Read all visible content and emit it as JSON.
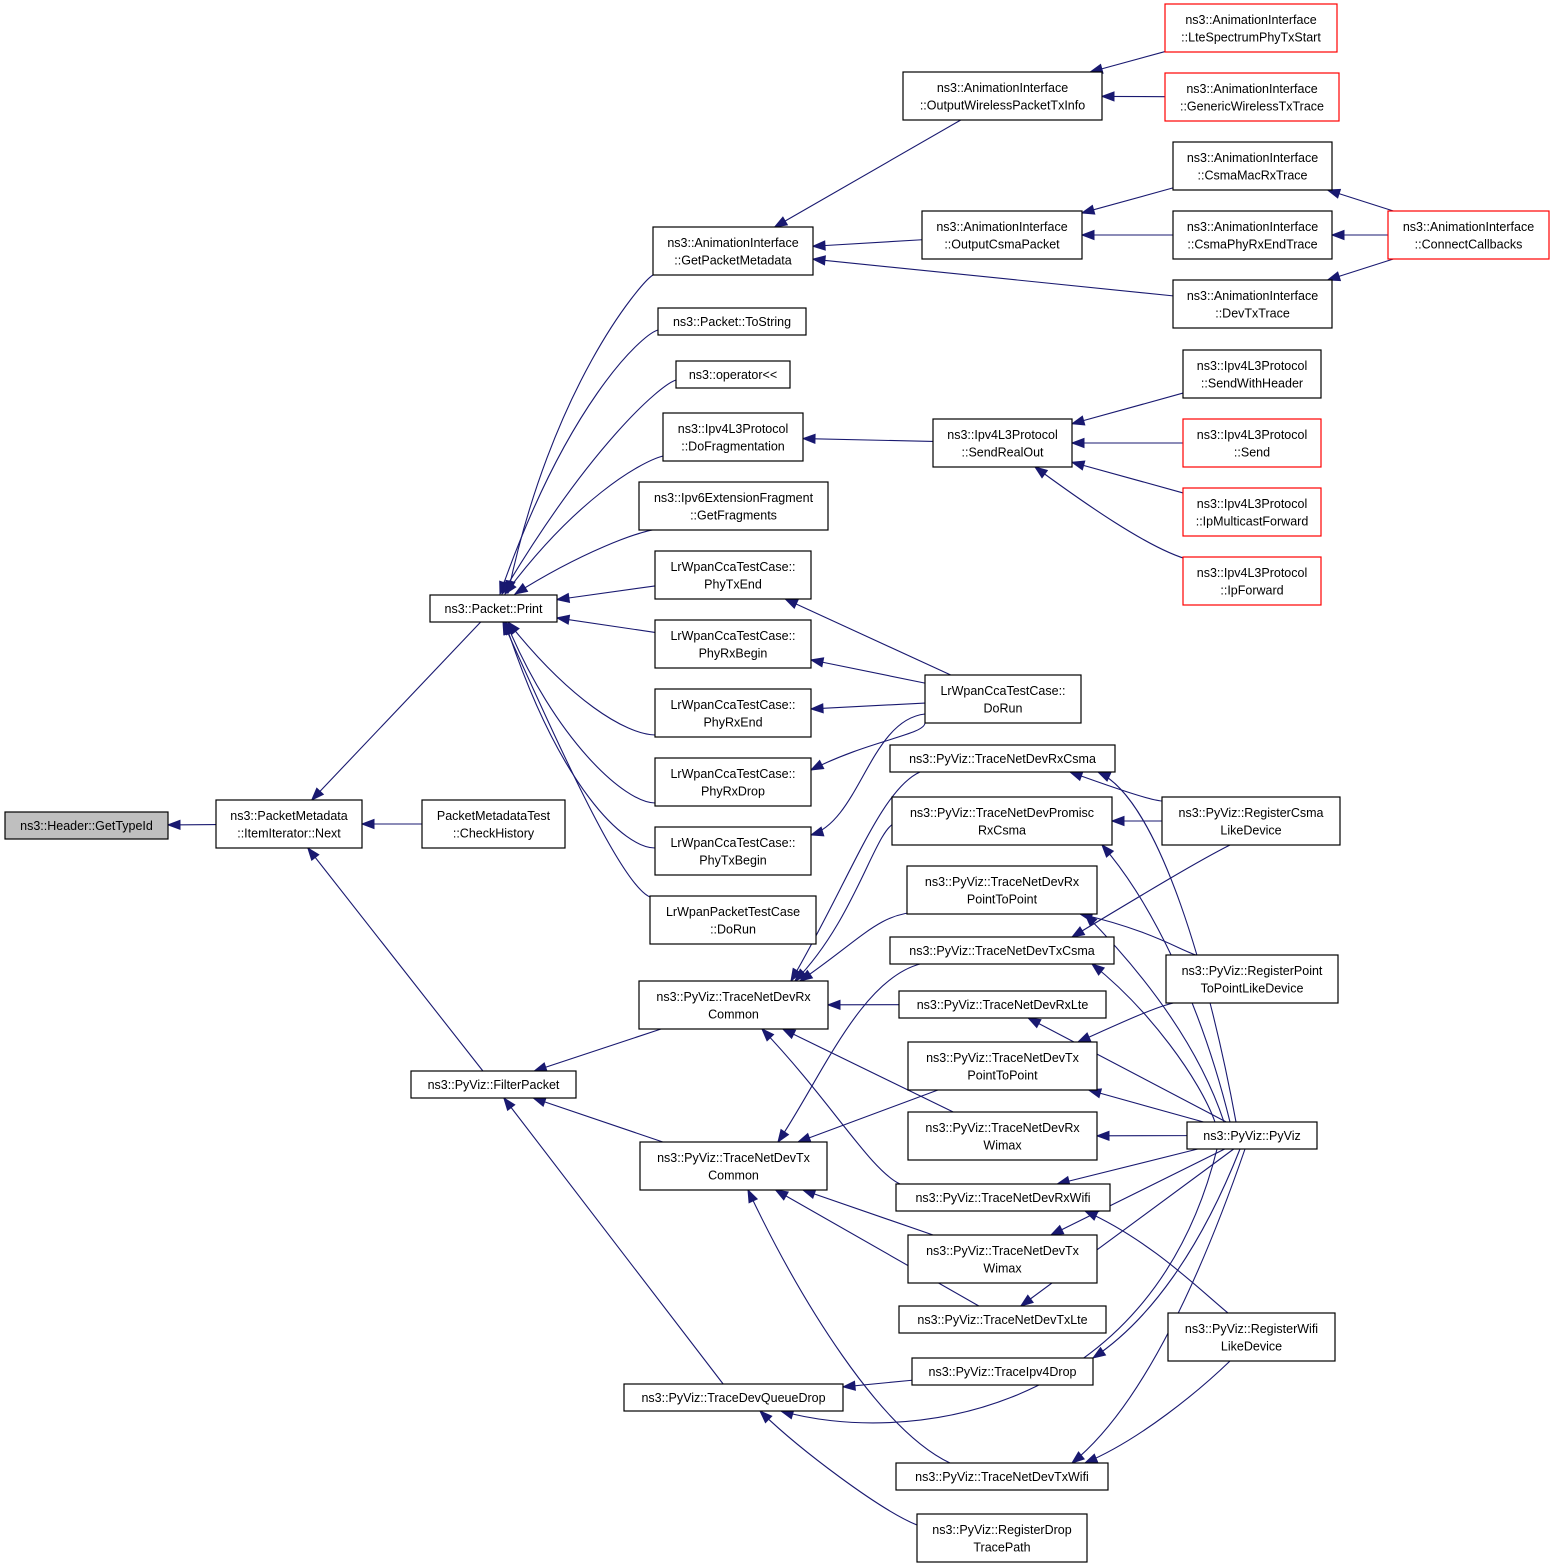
{
  "graph": {
    "type": "doxygen-caller-graph",
    "root": "n_root",
    "colors": {
      "edge": "#191970",
      "node_border": "#000000",
      "node_truncated_border": "#ff0000",
      "root_fill": "#bfbfbf",
      "node_fill": "#ffffff"
    },
    "nodes": [
      {
        "id": "n_root",
        "lines": [
          "ns3::Header::GetTypeId"
        ],
        "style": "root"
      },
      {
        "id": "n_next",
        "lines": [
          "ns3::PacketMetadata",
          "::ItemIterator::Next"
        ],
        "style": "normal"
      },
      {
        "id": "n_checkhist",
        "lines": [
          "PacketMetadataTest",
          "::CheckHistory"
        ],
        "style": "normal"
      },
      {
        "id": "n_print",
        "lines": [
          "ns3::Packet::Print"
        ],
        "style": "normal"
      },
      {
        "id": "n_filter",
        "lines": [
          "ns3::PyViz::FilterPacket"
        ],
        "style": "normal"
      },
      {
        "id": "n_getmeta",
        "lines": [
          "ns3::AnimationInterface",
          "::GetPacketMetadata"
        ],
        "style": "normal"
      },
      {
        "id": "n_tostring",
        "lines": [
          "ns3::Packet::ToString"
        ],
        "style": "normal"
      },
      {
        "id": "n_oper",
        "lines": [
          "ns3::operator<<"
        ],
        "style": "normal"
      },
      {
        "id": "n_dofrag",
        "lines": [
          "ns3::Ipv4L3Protocol",
          "::DoFragmentation"
        ],
        "style": "normal"
      },
      {
        "id": "n_getfrag",
        "lines": [
          "ns3::Ipv6ExtensionFragment",
          "::GetFragments"
        ],
        "style": "normal"
      },
      {
        "id": "n_phytxend",
        "lines": [
          "LrWpanCcaTestCase::",
          "PhyTxEnd"
        ],
        "style": "normal"
      },
      {
        "id": "n_phyrxbegin",
        "lines": [
          "LrWpanCcaTestCase::",
          "PhyRxBegin"
        ],
        "style": "normal"
      },
      {
        "id": "n_phyrxend",
        "lines": [
          "LrWpanCcaTestCase::",
          "PhyRxEnd"
        ],
        "style": "normal"
      },
      {
        "id": "n_phyrxdrop",
        "lines": [
          "LrWpanCcaTestCase::",
          "PhyRxDrop"
        ],
        "style": "normal"
      },
      {
        "id": "n_phytxbegin",
        "lines": [
          "LrWpanCcaTestCase::",
          "PhyTxBegin"
        ],
        "style": "normal"
      },
      {
        "id": "n_lrpkt",
        "lines": [
          "LrWpanPacketTestCase",
          "::DoRun"
        ],
        "style": "normal"
      },
      {
        "id": "n_outwl",
        "lines": [
          "ns3::AnimationInterface",
          "::OutputWirelessPacketTxInfo"
        ],
        "style": "normal"
      },
      {
        "id": "n_ltestart",
        "lines": [
          "ns3::AnimationInterface",
          "::LteSpectrumPhyTxStart"
        ],
        "style": "truncated"
      },
      {
        "id": "n_genwl",
        "lines": [
          "ns3::AnimationInterface",
          "::GenericWirelessTxTrace"
        ],
        "style": "truncated"
      },
      {
        "id": "n_outcsma",
        "lines": [
          "ns3::AnimationInterface",
          "::OutputCsmaPacket"
        ],
        "style": "normal"
      },
      {
        "id": "n_csmamacrx",
        "lines": [
          "ns3::AnimationInterface",
          "::CsmaMacRxTrace"
        ],
        "style": "normal"
      },
      {
        "id": "n_csmaphyrx",
        "lines": [
          "ns3::AnimationInterface",
          "::CsmaPhyRxEndTrace"
        ],
        "style": "normal"
      },
      {
        "id": "n_devtx",
        "lines": [
          "ns3::AnimationInterface",
          "::DevTxTrace"
        ],
        "style": "normal"
      },
      {
        "id": "n_connect",
        "lines": [
          "ns3::AnimationInterface",
          "::ConnectCallbacks"
        ],
        "style": "truncated"
      },
      {
        "id": "n_sendreal",
        "lines": [
          "ns3::Ipv4L3Protocol",
          "::SendRealOut"
        ],
        "style": "normal"
      },
      {
        "id": "n_sendhdr",
        "lines": [
          "ns3::Ipv4L3Protocol",
          "::SendWithHeader"
        ],
        "style": "normal"
      },
      {
        "id": "n_send",
        "lines": [
          "ns3::Ipv4L3Protocol",
          "::Send"
        ],
        "style": "truncated"
      },
      {
        "id": "n_ipmcast",
        "lines": [
          "ns3::Ipv4L3Protocol",
          "::IpMulticastForward"
        ],
        "style": "truncated"
      },
      {
        "id": "n_ipfwd",
        "lines": [
          "ns3::Ipv4L3Protocol",
          "::IpForward"
        ],
        "style": "truncated"
      },
      {
        "id": "n_dorun",
        "lines": [
          "LrWpanCcaTestCase::",
          "DoRun"
        ],
        "style": "normal"
      },
      {
        "id": "n_rxcommon",
        "lines": [
          "ns3::PyViz::TraceNetDevRx",
          "Common"
        ],
        "style": "normal"
      },
      {
        "id": "n_txcommon",
        "lines": [
          "ns3::PyViz::TraceNetDevTx",
          "Common"
        ],
        "style": "normal"
      },
      {
        "id": "n_devqdrop",
        "lines": [
          "ns3::PyViz::TraceDevQueueDrop"
        ],
        "style": "normal"
      },
      {
        "id": "n_rxcsma",
        "lines": [
          "ns3::PyViz::TraceNetDevRxCsma"
        ],
        "style": "normal"
      },
      {
        "id": "n_promisc",
        "lines": [
          "ns3::PyViz::TraceNetDevPromisc",
          "RxCsma"
        ],
        "style": "normal"
      },
      {
        "id": "n_rxp2p",
        "lines": [
          "ns3::PyViz::TraceNetDevRx",
          "PointToPoint"
        ],
        "style": "normal"
      },
      {
        "id": "n_txcsma",
        "lines": [
          "ns3::PyViz::TraceNetDevTxCsma"
        ],
        "style": "normal"
      },
      {
        "id": "n_rxlte",
        "lines": [
          "ns3::PyViz::TraceNetDevRxLte"
        ],
        "style": "normal"
      },
      {
        "id": "n_txp2p",
        "lines": [
          "ns3::PyViz::TraceNetDevTx",
          "PointToPoint"
        ],
        "style": "normal"
      },
      {
        "id": "n_rxwimax",
        "lines": [
          "ns3::PyViz::TraceNetDevRx",
          "Wimax"
        ],
        "style": "normal"
      },
      {
        "id": "n_rxwifi",
        "lines": [
          "ns3::PyViz::TraceNetDevRxWifi"
        ],
        "style": "normal"
      },
      {
        "id": "n_txwimax",
        "lines": [
          "ns3::PyViz::TraceNetDevTx",
          "Wimax"
        ],
        "style": "normal"
      },
      {
        "id": "n_txlte",
        "lines": [
          "ns3::PyViz::TraceNetDevTxLte"
        ],
        "style": "normal"
      },
      {
        "id": "n_ipv4drop",
        "lines": [
          "ns3::PyViz::TraceIpv4Drop"
        ],
        "style": "normal"
      },
      {
        "id": "n_txwifi",
        "lines": [
          "ns3::PyViz::TraceNetDevTxWifi"
        ],
        "style": "normal"
      },
      {
        "id": "n_regdrop",
        "lines": [
          "ns3::PyViz::RegisterDrop",
          "TracePath"
        ],
        "style": "normal"
      },
      {
        "id": "n_regcsma",
        "lines": [
          "ns3::PyViz::RegisterCsma",
          "LikeDevice"
        ],
        "style": "normal"
      },
      {
        "id": "n_regp2p",
        "lines": [
          "ns3::PyViz::RegisterPoint",
          "ToPointLikeDevice"
        ],
        "style": "normal"
      },
      {
        "id": "n_pyviz",
        "lines": [
          "ns3::PyViz::PyViz"
        ],
        "style": "normal"
      },
      {
        "id": "n_regwifi",
        "lines": [
          "ns3::PyViz::RegisterWifi",
          "LikeDevice"
        ],
        "style": "normal"
      }
    ],
    "edges": [
      [
        "n_root",
        "n_next"
      ],
      [
        "n_next",
        "n_checkhist"
      ],
      [
        "n_next",
        "n_print"
      ],
      [
        "n_next",
        "n_filter"
      ],
      [
        "n_print",
        "n_getmeta"
      ],
      [
        "n_print",
        "n_tostring"
      ],
      [
        "n_print",
        "n_oper"
      ],
      [
        "n_print",
        "n_dofrag"
      ],
      [
        "n_print",
        "n_getfrag"
      ],
      [
        "n_print",
        "n_phytxend"
      ],
      [
        "n_print",
        "n_phyrxbegin"
      ],
      [
        "n_print",
        "n_phyrxend"
      ],
      [
        "n_print",
        "n_phyrxdrop"
      ],
      [
        "n_print",
        "n_phytxbegin"
      ],
      [
        "n_print",
        "n_lrpkt"
      ],
      [
        "n_getmeta",
        "n_outwl"
      ],
      [
        "n_getmeta",
        "n_outcsma"
      ],
      [
        "n_getmeta",
        "n_devtx"
      ],
      [
        "n_outwl",
        "n_ltestart"
      ],
      [
        "n_outwl",
        "n_genwl"
      ],
      [
        "n_outcsma",
        "n_csmamacrx"
      ],
      [
        "n_outcsma",
        "n_csmaphyrx"
      ],
      [
        "n_csmamacrx",
        "n_connect"
      ],
      [
        "n_csmaphyrx",
        "n_connect"
      ],
      [
        "n_devtx",
        "n_connect"
      ],
      [
        "n_dofrag",
        "n_sendreal"
      ],
      [
        "n_sendreal",
        "n_sendhdr"
      ],
      [
        "n_sendreal",
        "n_send"
      ],
      [
        "n_sendreal",
        "n_ipmcast"
      ],
      [
        "n_sendreal",
        "n_ipfwd"
      ],
      [
        "n_phytxend",
        "n_dorun"
      ],
      [
        "n_phyrxbegin",
        "n_dorun"
      ],
      [
        "n_phyrxend",
        "n_dorun"
      ],
      [
        "n_phyrxdrop",
        "n_dorun"
      ],
      [
        "n_phytxbegin",
        "n_dorun"
      ],
      [
        "n_filter",
        "n_rxcommon"
      ],
      [
        "n_filter",
        "n_txcommon"
      ],
      [
        "n_filter",
        "n_devqdrop"
      ],
      [
        "n_rxcommon",
        "n_rxcsma"
      ],
      [
        "n_rxcommon",
        "n_promisc"
      ],
      [
        "n_rxcommon",
        "n_rxp2p"
      ],
      [
        "n_rxcommon",
        "n_rxlte"
      ],
      [
        "n_rxcommon",
        "n_rxwimax"
      ],
      [
        "n_rxcommon",
        "n_rxwifi"
      ],
      [
        "n_txcommon",
        "n_txcsma"
      ],
      [
        "n_txcommon",
        "n_txp2p"
      ],
      [
        "n_txcommon",
        "n_txwimax"
      ],
      [
        "n_txcommon",
        "n_txlte"
      ],
      [
        "n_txcommon",
        "n_txwifi"
      ],
      [
        "n_devqdrop",
        "n_ipv4drop"
      ],
      [
        "n_devqdrop",
        "n_pyviz"
      ],
      [
        "n_devqdrop",
        "n_regdrop"
      ],
      [
        "n_rxcsma",
        "n_regcsma"
      ],
      [
        "n_rxcsma",
        "n_pyviz"
      ],
      [
        "n_promisc",
        "n_regcsma"
      ],
      [
        "n_promisc",
        "n_pyviz"
      ],
      [
        "n_rxp2p",
        "n_regp2p"
      ],
      [
        "n_rxp2p",
        "n_pyviz"
      ],
      [
        "n_txcsma",
        "n_regcsma"
      ],
      [
        "n_txcsma",
        "n_pyviz"
      ],
      [
        "n_rxlte",
        "n_pyviz"
      ],
      [
        "n_txp2p",
        "n_regp2p"
      ],
      [
        "n_txp2p",
        "n_pyviz"
      ],
      [
        "n_rxwimax",
        "n_pyviz"
      ],
      [
        "n_rxwifi",
        "n_pyviz"
      ],
      [
        "n_rxwifi",
        "n_regwifi"
      ],
      [
        "n_txwimax",
        "n_pyviz"
      ],
      [
        "n_txlte",
        "n_pyviz"
      ],
      [
        "n_ipv4drop",
        "n_pyviz"
      ],
      [
        "n_txwifi",
        "n_pyviz"
      ],
      [
        "n_txwifi",
        "n_regwifi"
      ]
    ]
  }
}
